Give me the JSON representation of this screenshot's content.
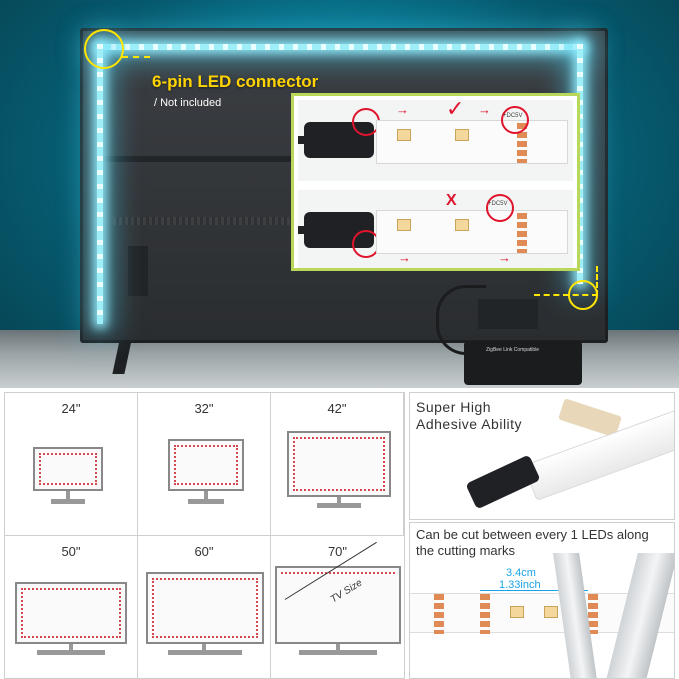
{
  "hero": {
    "connector_label": "6-pin LED connector",
    "connector_note": "/ Not included",
    "controller_text": "ZigBee Link Compatible",
    "inset": {
      "correct_mark": "✓",
      "wrong_mark": "X",
      "pin_label": "+DC5V"
    }
  },
  "sizes": [
    {
      "label": "24\""
    },
    {
      "label": "32\""
    },
    {
      "label": "42\""
    },
    {
      "label": "50\""
    },
    {
      "label": "60\""
    },
    {
      "label": "70\""
    }
  ],
  "tv_size_label": "TV Size",
  "adhesive": {
    "title": "Super High Adhesive Ability"
  },
  "cut": {
    "text": "Can be cut between every 1 LEDs along the cutting marks",
    "measure_cm": "3.4cm",
    "measure_inch": "1.33inch"
  },
  "colors": {
    "led_glow": "#0fa6c7",
    "callout": "#ffe600",
    "mark": "#e0142d",
    "measure": "#1aa3e6"
  }
}
